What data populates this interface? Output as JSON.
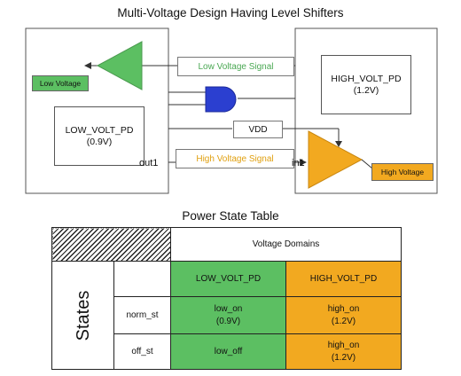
{
  "title": "Multi-Voltage Design Having Level Shifters",
  "diagram": {
    "low_domain": {
      "name": "LOW_VOLT_PD",
      "voltage": "(0.9V)"
    },
    "high_domain": {
      "name": "HIGH_VOLT_PD",
      "voltage": "(1.2V)"
    },
    "low_voltage_tag": "Low Voltage",
    "high_voltage_tag": "High Voltage",
    "low_voltage_signal": "Low Voltage Signal",
    "high_voltage_signal": "High Voltage Signal",
    "vdd": "VDD",
    "out_port": "out1",
    "in_port": "in1",
    "colors": {
      "green": "#5cbf62",
      "orange": "#f2a920",
      "and_gate": "#2b3fd0"
    }
  },
  "table": {
    "title": "Power State Table",
    "voltage_domains_header": "Voltage Domains",
    "states_label": "States",
    "columns": [
      "LOW_VOLT_PD",
      "HIGH_VOLT_PD"
    ],
    "rows": [
      {
        "state": "norm_st",
        "low": [
          "low_on",
          "(0.9V)"
        ],
        "high": [
          "high_on",
          "(1.2V)"
        ]
      },
      {
        "state": "off_st",
        "low": [
          "low_off",
          ""
        ],
        "high": [
          "high_on",
          "(1.2V)"
        ]
      }
    ]
  }
}
